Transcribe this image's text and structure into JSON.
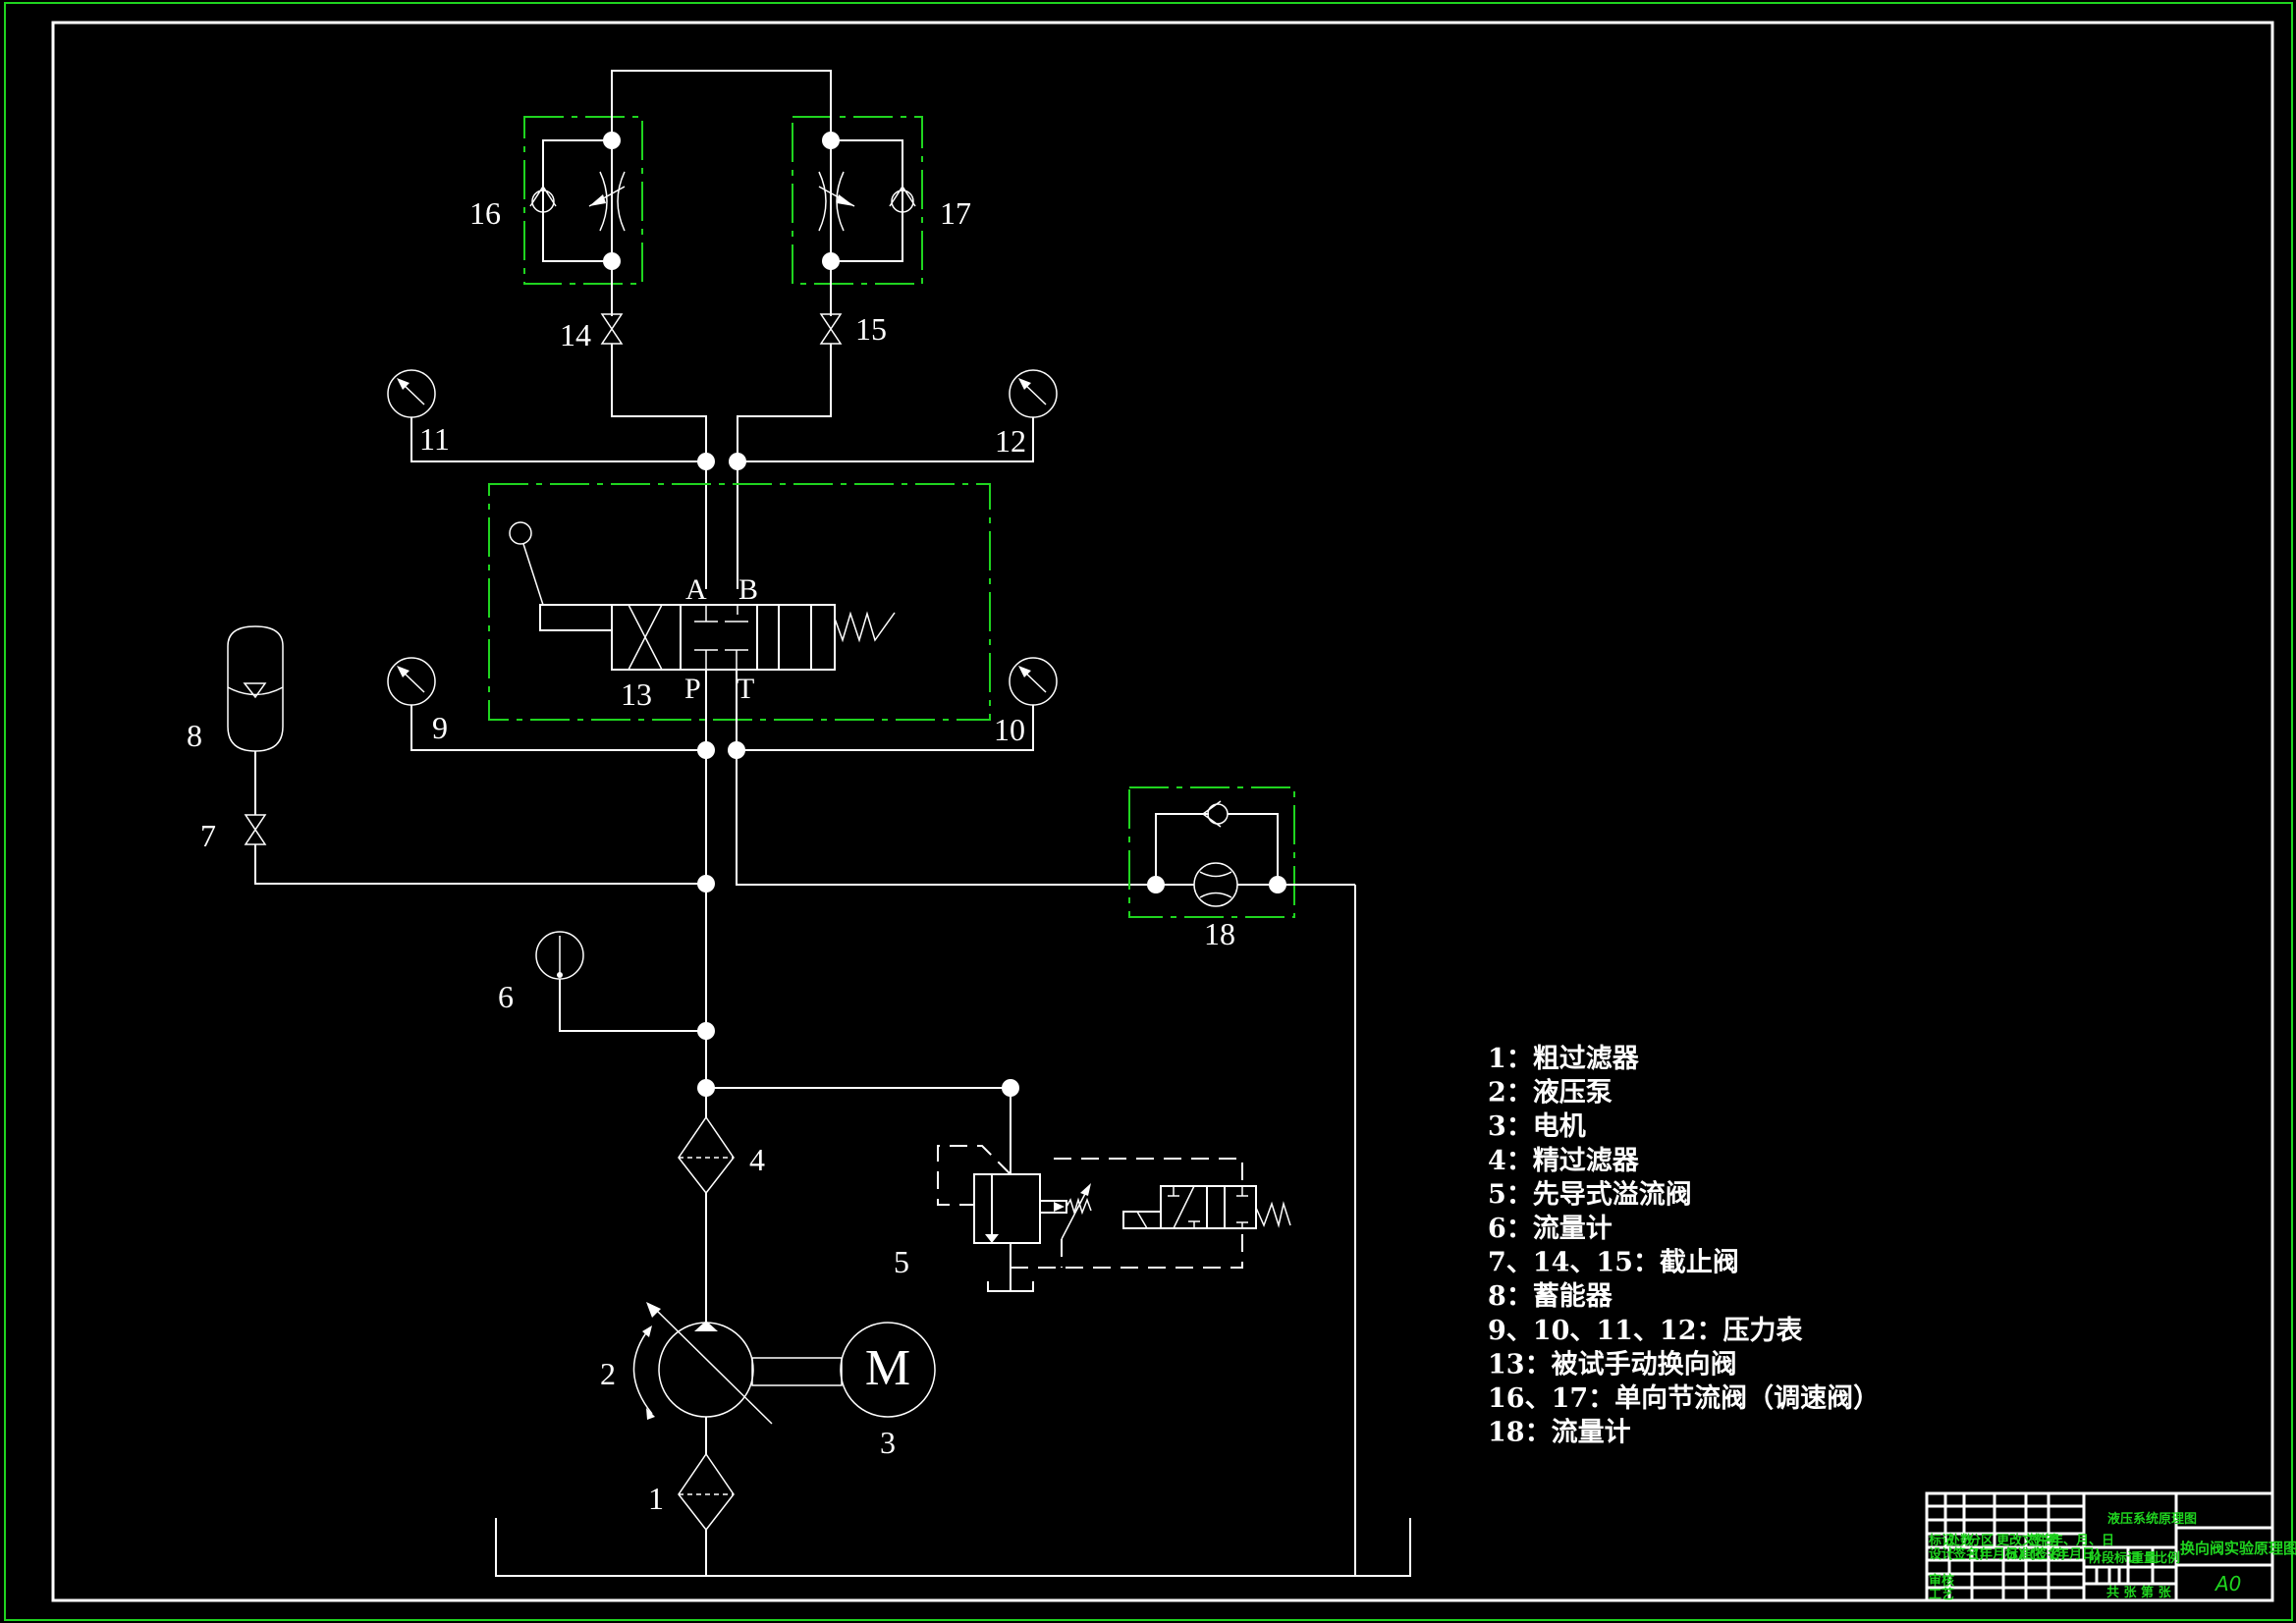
{
  "drawing": {
    "title": "换向阀实验原理图",
    "subtitle": "液压系统原理图",
    "sheet_size": "A0",
    "frame_color": "#1fd41f",
    "line_color": "#ffffff",
    "group_color": "#1fd41f",
    "background": "#000000"
  },
  "component_labels": {
    "c1": "1",
    "c2": "2",
    "c3": "3",
    "c4": "4",
    "c5": "5",
    "c6": "6",
    "c7": "7",
    "c8": "8",
    "c9": "9",
    "c10": "10",
    "c11": "11",
    "c12": "12",
    "c13": "13",
    "c14": "14",
    "c15": "15",
    "c16": "16",
    "c17": "17",
    "c18": "18",
    "motor": "M"
  },
  "valve_ports": {
    "A": "A",
    "B": "B",
    "P": "P",
    "T": "T"
  },
  "legend": [
    "1：粗过滤器",
    "2：液压泵",
    "3：电机",
    "4：精过滤器",
    "5：先导式溢流阀",
    "6：流量计",
    "7、14、15：截止阀",
    "8：蓄能器",
    "9、10、11、12：压力表",
    "13：被试手动换向阀",
    "16、17：单向节流阀（调速阀）",
    "18：流量计"
  ],
  "title_block": {
    "row_headers": [
      "标记",
      "处数",
      "分区",
      "更改文件号",
      "签名",
      "年、月、日"
    ],
    "design_row": [
      "设计",
      "(签名)",
      "(年月日)",
      "标准化",
      "(签名)",
      "(年月日)"
    ],
    "review": "审核",
    "process": "工艺",
    "stage_mark": "阶段标记",
    "weight": "重量",
    "scale": "比例",
    "sheets": "共 张 第 张",
    "system_name": "液压系统原理图",
    "drawing_name": "换向阀实验原理图",
    "code": "A0"
  }
}
